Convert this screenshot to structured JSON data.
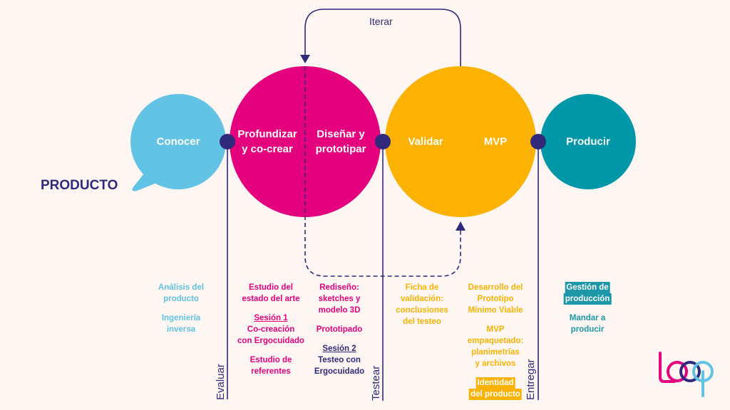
{
  "title": "PRODUCTO",
  "colors": {
    "background": "#fdf6f2",
    "navy": "#2f2a7c",
    "light_blue": "#62c3e5",
    "magenta": "#e5007d",
    "yellow": "#fbb203",
    "teal": "#0097a9"
  },
  "loop_label": "Iterar",
  "stages": [
    {
      "label": "Conocer",
      "color": "light_blue"
    },
    {
      "label": "Profundizar\ny co-crear",
      "color": "magenta"
    },
    {
      "label": "Diseñar y\nprototipar",
      "color": "magenta"
    },
    {
      "label": "Validar",
      "color": "yellow"
    },
    {
      "label": "MVP",
      "color": "yellow"
    },
    {
      "label": "Producir",
      "color": "teal"
    }
  ],
  "milestones": [
    "Evaluar",
    "Testear",
    "Entregar"
  ],
  "columns": {
    "conocer": [
      {
        "lines": [
          "Análisis del",
          "producto"
        ]
      },
      {
        "lines": [
          "Ingeniería",
          "inversa"
        ]
      }
    ],
    "profundizar": [
      {
        "lines": [
          "Estudio del",
          "estado del arte"
        ]
      },
      {
        "heading": "Sesión 1",
        "lines": [
          "Co-creación",
          "con Ergocuidado"
        ]
      },
      {
        "lines": [
          "Estudio de",
          "referentes"
        ]
      }
    ],
    "disenar": [
      {
        "lines": [
          "Rediseño:",
          "sketches y",
          "modelo 3D"
        ]
      },
      {
        "lines": [
          "Prototipado"
        ]
      },
      {
        "heading": "Sesión 2",
        "lines": [
          "Testeo con",
          "Ergocuidado"
        ]
      }
    ],
    "validar": [
      {
        "lines": [
          "Ficha de",
          "validación:",
          "conclusiones",
          "del testeo"
        ]
      }
    ],
    "mvp": [
      {
        "lines": [
          "Desarrollo del",
          "Prototipo",
          "Mínimo Viable"
        ]
      },
      {
        "lines": [
          "MVP",
          "empaquetado:",
          "planimetrías",
          "y archivos"
        ]
      },
      {
        "highlight": [
          "Identidad",
          "del producto"
        ]
      }
    ],
    "producir": [
      {
        "highlight": [
          "Gestión de",
          "producción"
        ]
      },
      {
        "lines": [
          "Mandar a",
          "producir"
        ]
      }
    ]
  },
  "logo": "loop"
}
